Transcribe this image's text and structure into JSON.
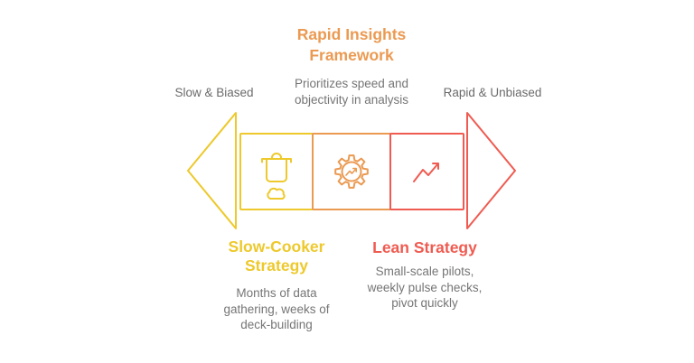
{
  "diagram": {
    "top": {
      "heading": "Rapid Insights\nFramework",
      "subtitle": "Prioritizes speed and\nobjectivity in analysis"
    },
    "left_label": "Slow & Biased",
    "right_label": "Rapid & Unbiased",
    "bottom_left": {
      "heading": "Slow-Cooker\nStrategy",
      "description": "Months of data\ngathering, weeks of\ndeck-building"
    },
    "bottom_right": {
      "heading": "Lean Strategy",
      "description": "Small-scale pilots,\nweekly pulse checks,\npivot quickly"
    },
    "icons": {
      "left_box": "cooking-pot-icon",
      "middle_box": "gear-analytics-icon",
      "right_box": "trending-up-icon"
    }
  },
  "colors": {
    "yellow": "#EDC92C",
    "orange": "#EB9A52",
    "red": "#EF5B51",
    "label_gray": "#6B6B6B",
    "description_gray": "#757575",
    "background": "#FFFFFF"
  }
}
